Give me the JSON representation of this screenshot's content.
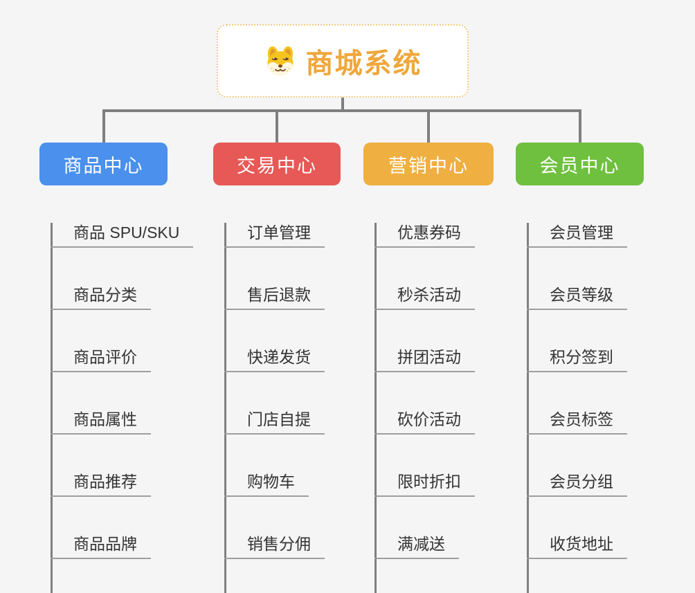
{
  "canvas": {
    "background": "#f5f5f6"
  },
  "root": {
    "title": "商城系统",
    "icon": "dog-face-icon",
    "title_color": "#efa73b",
    "border_color": "#f3c87f"
  },
  "connector_color": "#7f7f7f",
  "underline_color": "#9e9e9e",
  "branches": [
    {
      "label": "商品中心",
      "color": "#4a90ec",
      "children": [
        "商品 SPU/SKU",
        "商品分类",
        "商品评价",
        "商品属性",
        "商品推荐",
        "商品品牌"
      ]
    },
    {
      "label": "交易中心",
      "color": "#e65956",
      "children": [
        "订单管理",
        "售后退款",
        "快递发货",
        "门店自提",
        "购物车",
        "销售分佣"
      ]
    },
    {
      "label": "营销中心",
      "color": "#efaf41",
      "children": [
        "优惠券码",
        "秒杀活动",
        "拼团活动",
        "砍价活动",
        "限时折扣",
        "满减送"
      ]
    },
    {
      "label": "会员中心",
      "color": "#70c040",
      "children": [
        "会员管理",
        "会员等级",
        "积分签到",
        "会员标签",
        "会员分组",
        "收货地址"
      ]
    }
  ]
}
